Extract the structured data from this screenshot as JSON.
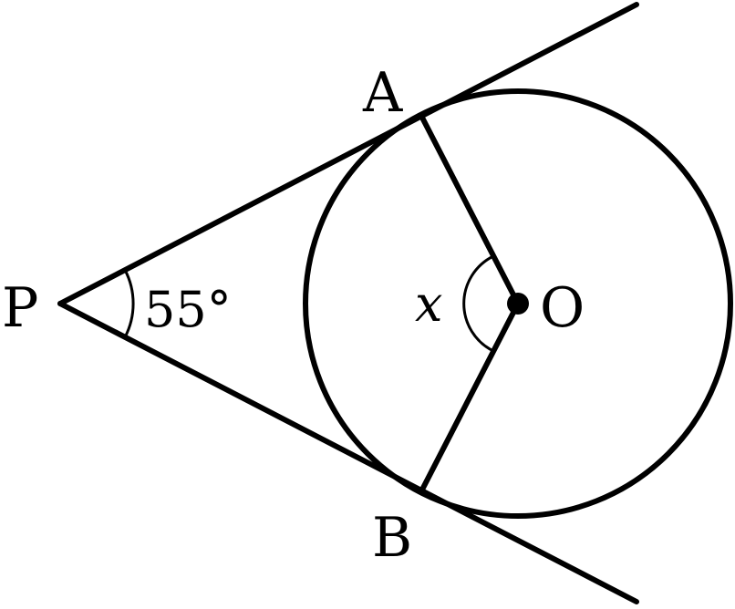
{
  "diagram": {
    "points": {
      "A": "A",
      "B": "B",
      "P": "P",
      "O": "O"
    },
    "angle_p": "55°",
    "angle_o": "x"
  }
}
